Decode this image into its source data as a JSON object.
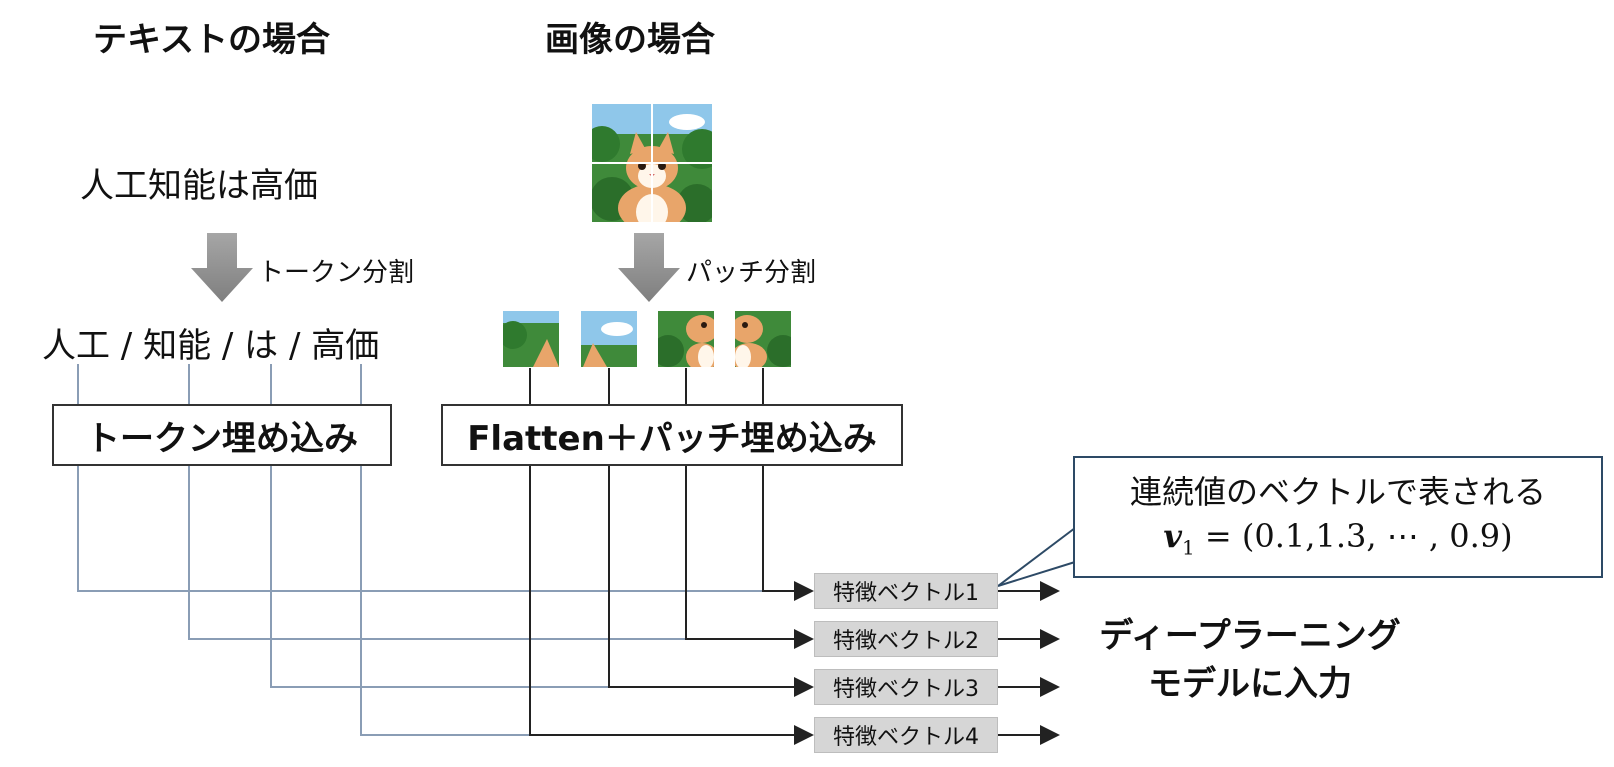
{
  "text_section": {
    "heading": "テキストの場合",
    "sentence": "人工知能は高価",
    "split_label": "トークン分割",
    "tokens_line": "人工 / 知能 / は / 高価",
    "embed_box": "トークン埋め込み"
  },
  "image_section": {
    "heading": "画像の場合",
    "split_label": "パッチ分割",
    "embed_box": "Flatten＋パッチ埋め込み"
  },
  "feature_vectors": [
    "特徴ベクトル1",
    "特徴ベクトル2",
    "特徴ベクトル3",
    "特徴ベクトル4"
  ],
  "callout": {
    "line1": "連続値のベクトルで表される",
    "eq_var": "v",
    "eq_sub": "1",
    "eq_rest": " = (0.1,1.3, ⋯ , 0.9)"
  },
  "dl_label": {
    "line1": "ディープラーニング",
    "line2": "モデルに入力"
  },
  "colors": {
    "text_lines": "#8a9db5",
    "image_lines": "#222222",
    "feature_box": "#d6d6d6",
    "callout_border": "#2d4a66",
    "arrow_gray": "#8c8c8c"
  }
}
